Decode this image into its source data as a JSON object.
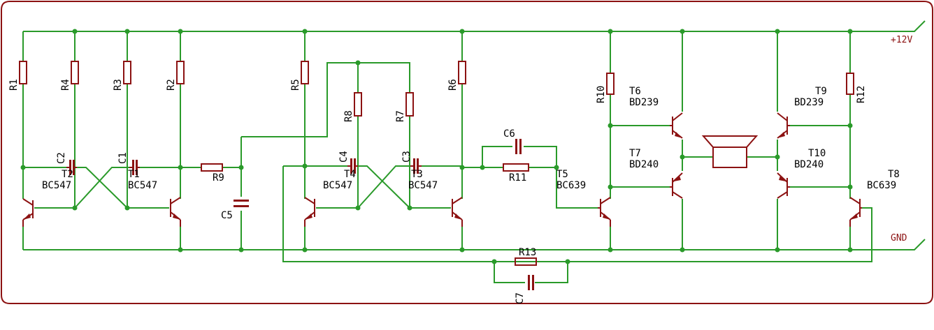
{
  "schematic": {
    "supply_label": "+12V",
    "ground_label": "GND",
    "resistors": {
      "r1": "R1",
      "r2": "R2",
      "r3": "R3",
      "r4": "R4",
      "r5": "R5",
      "r6": "R6",
      "r7": "R7",
      "r8": "R8",
      "r9": "R9",
      "r10": "R10",
      "r11": "R11",
      "r12": "R12",
      "r13": "R13"
    },
    "capacitors": {
      "c1": "C1",
      "c2": "C2",
      "c3": "C3",
      "c4": "C4",
      "c5": "C5",
      "c6": "C6",
      "c7": "C7"
    },
    "transistors": {
      "t1": {
        "name": "T1",
        "type": "BC547"
      },
      "t2": {
        "name": "T2",
        "type": "BC547"
      },
      "t3": {
        "name": "T3",
        "type": "BC547"
      },
      "t4": {
        "name": "T4",
        "type": "BC547"
      },
      "t5": {
        "name": "T5",
        "type": "BC639"
      },
      "t6": {
        "name": "T6",
        "type": "BD239"
      },
      "t7": {
        "name": "T7",
        "type": "BD240"
      },
      "t8": {
        "name": "T8",
        "type": "BC639"
      },
      "t9": {
        "name": "T9",
        "type": "BD239"
      },
      "t10": {
        "name": "T10",
        "type": "BD240"
      }
    }
  }
}
